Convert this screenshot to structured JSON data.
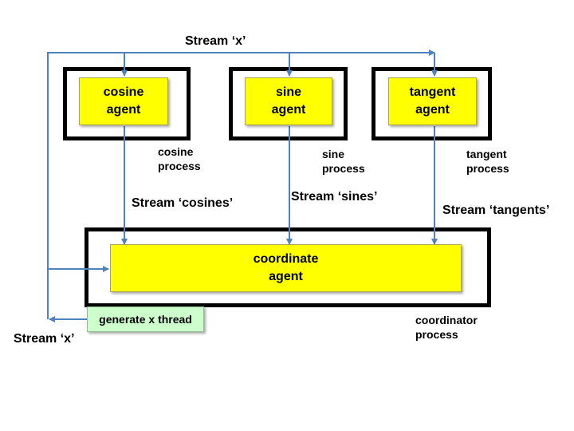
{
  "agents": {
    "cosine": {
      "label": "cosine\nagent",
      "process_label": "cosine\nprocess"
    },
    "sine": {
      "label": "sine\nagent",
      "process_label": "sine\nprocess"
    },
    "tangent": {
      "label": "tangent\nagent",
      "process_label": "tangent\nprocess"
    },
    "coordinate": {
      "label": "coordinate\nagent",
      "process_label": "coordinator\nprocess"
    }
  },
  "thread": {
    "label": "generate x thread"
  },
  "streams": {
    "x_top": "Stream ‘x’",
    "x_left": "Stream ‘x’",
    "cosines": "Stream ‘cosines’",
    "sines": "Stream ‘sines’",
    "tangents": "Stream ‘tangents’"
  },
  "colors": {
    "agent_fill": "#ffff00",
    "thread_fill": "#ccffcc",
    "arrow": "#4f81bd",
    "frame": "#000000"
  }
}
